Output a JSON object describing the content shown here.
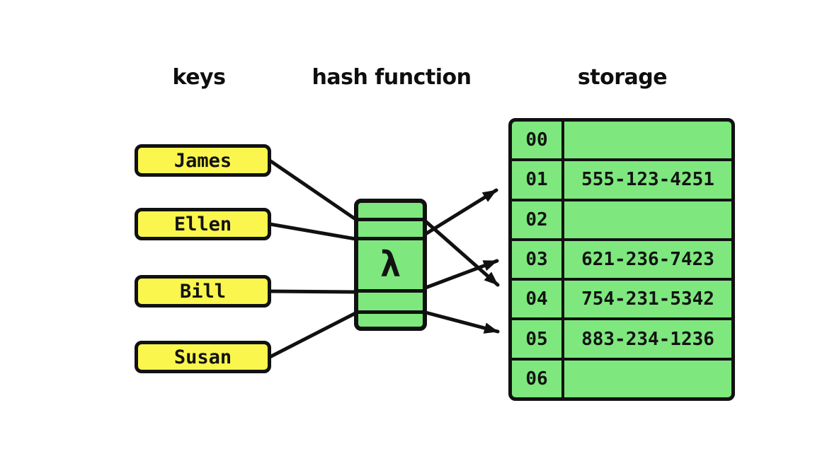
{
  "diagram": {
    "headers": {
      "keys": "keys",
      "hash_function": "hash function",
      "storage": "storage"
    },
    "keys": [
      {
        "label": "James"
      },
      {
        "label": "Ellen"
      },
      {
        "label": "Bill"
      },
      {
        "label": "Susan"
      }
    ],
    "hash_function": {
      "symbol": "λ"
    },
    "storage": {
      "rows": [
        {
          "index": "00",
          "value": ""
        },
        {
          "index": "01",
          "value": "555-123-4251"
        },
        {
          "index": "02",
          "value": ""
        },
        {
          "index": "03",
          "value": "621-236-7423"
        },
        {
          "index": "04",
          "value": "754-231-5342"
        },
        {
          "index": "05",
          "value": "883-234-1236"
        },
        {
          "index": "06",
          "value": ""
        }
      ]
    },
    "mappings": [
      {
        "key": "James",
        "slot": "04"
      },
      {
        "key": "Ellen",
        "slot": "01"
      },
      {
        "key": "Bill",
        "slot": "03"
      },
      {
        "key": "Susan",
        "slot": "05"
      }
    ],
    "colors": {
      "key_fill": "#faf64d",
      "storage_fill": "#7ee87e",
      "line": "#111111",
      "background": "#ffffff"
    }
  }
}
